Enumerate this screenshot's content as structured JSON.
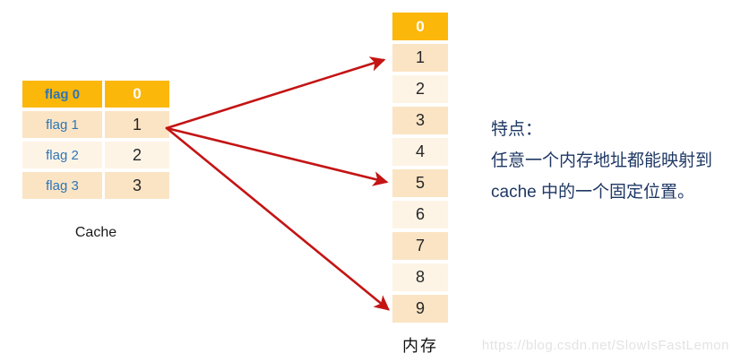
{
  "cache_table": {
    "label": "Cache",
    "rows": [
      {
        "flag": "flag 0",
        "value": "0"
      },
      {
        "flag": "flag 1",
        "value": "1"
      },
      {
        "flag": "flag 2",
        "value": "2"
      },
      {
        "flag": "flag 3",
        "value": "3"
      }
    ]
  },
  "memory_column": {
    "label": "内存",
    "cells": [
      "0",
      "1",
      "2",
      "3",
      "4",
      "5",
      "6",
      "7",
      "8",
      "9"
    ]
  },
  "arrows": {
    "from": "cache value 1",
    "targets": [
      "memory 1",
      "memory 5",
      "memory 9"
    ],
    "color": "#C41414"
  },
  "annotation": {
    "title": "特点：",
    "line1": "任意一个内存地址都能映射到",
    "line2": "cache 中的一个固定位置。"
  },
  "watermark": "https://blog.csdn.net/SlowIsFastLemon",
  "colors": {
    "gold": "#FCB70B",
    "row_dark": "#FBE4C4",
    "row_light": "#FEF4E6",
    "flag_blue": "#2E75B6",
    "annotation_navy": "#1F3864",
    "arrow_red": "#C41414"
  }
}
